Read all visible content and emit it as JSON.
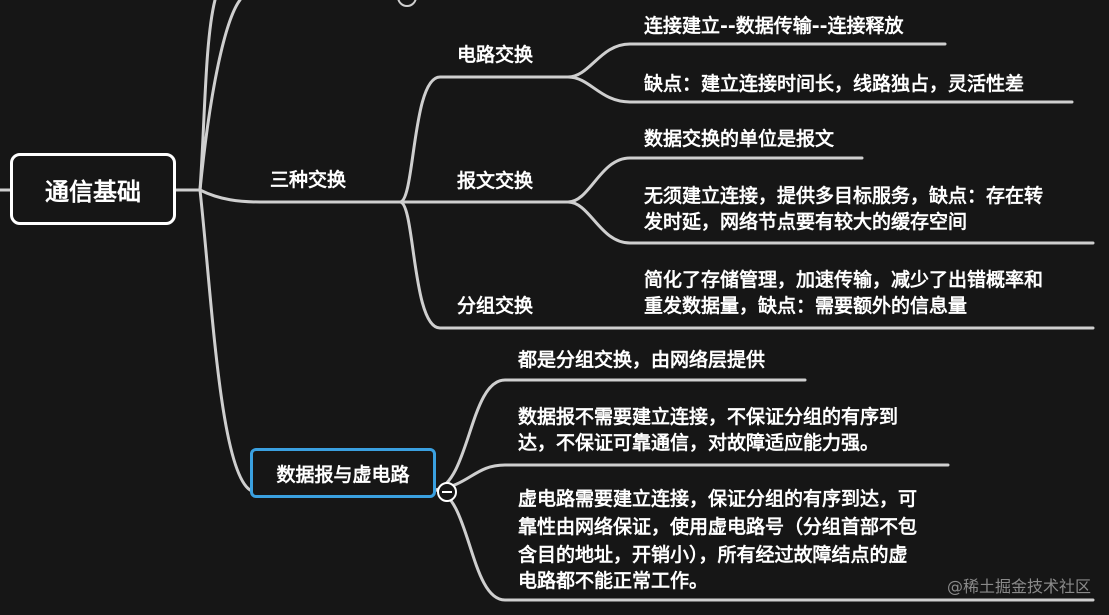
{
  "root": {
    "label": "通信基础"
  },
  "branches": {
    "switching": {
      "label": "三种交换",
      "circuit": {
        "label": "电路交换",
        "notes": [
          "连接建立--数据传输--连接释放",
          "缺点：建立连接时间长，线路独占，灵活性差"
        ]
      },
      "message": {
        "label": "报文交换",
        "notes": [
          "数据交换的单位是报文",
          "无须建立连接，提供多目标服务，缺点：存在转",
          "发时延，网络节点要有较大的缓存空间"
        ]
      },
      "packet": {
        "label": "分组交换",
        "notes": [
          "简化了存储管理，加速传输，减少了出错概率和",
          "重发数据量，缺点：需要额外的信息量"
        ]
      }
    },
    "datagram": {
      "label": "数据报与虚电路",
      "notes": [
        "都是分组交换，由网络层提供",
        "数据报不需要建立连接，不保证分组的有序到",
        "达，不保证可靠通信，对故障适应能力强。",
        "虚电路需要建立连接，保证分组的有序到达，可",
        "靠性由网络保证，使用虚电路号（分组首部不包",
        "含目的地址，开销小），所有经过故障结点的虚",
        "电路都不能正常工作。"
      ]
    }
  },
  "watermark": "@稀土掘金技术社区",
  "colors": {
    "background": "#161616",
    "line": "#cfcfcf",
    "text": "#ffffff",
    "selection": "#3aa0e0"
  }
}
